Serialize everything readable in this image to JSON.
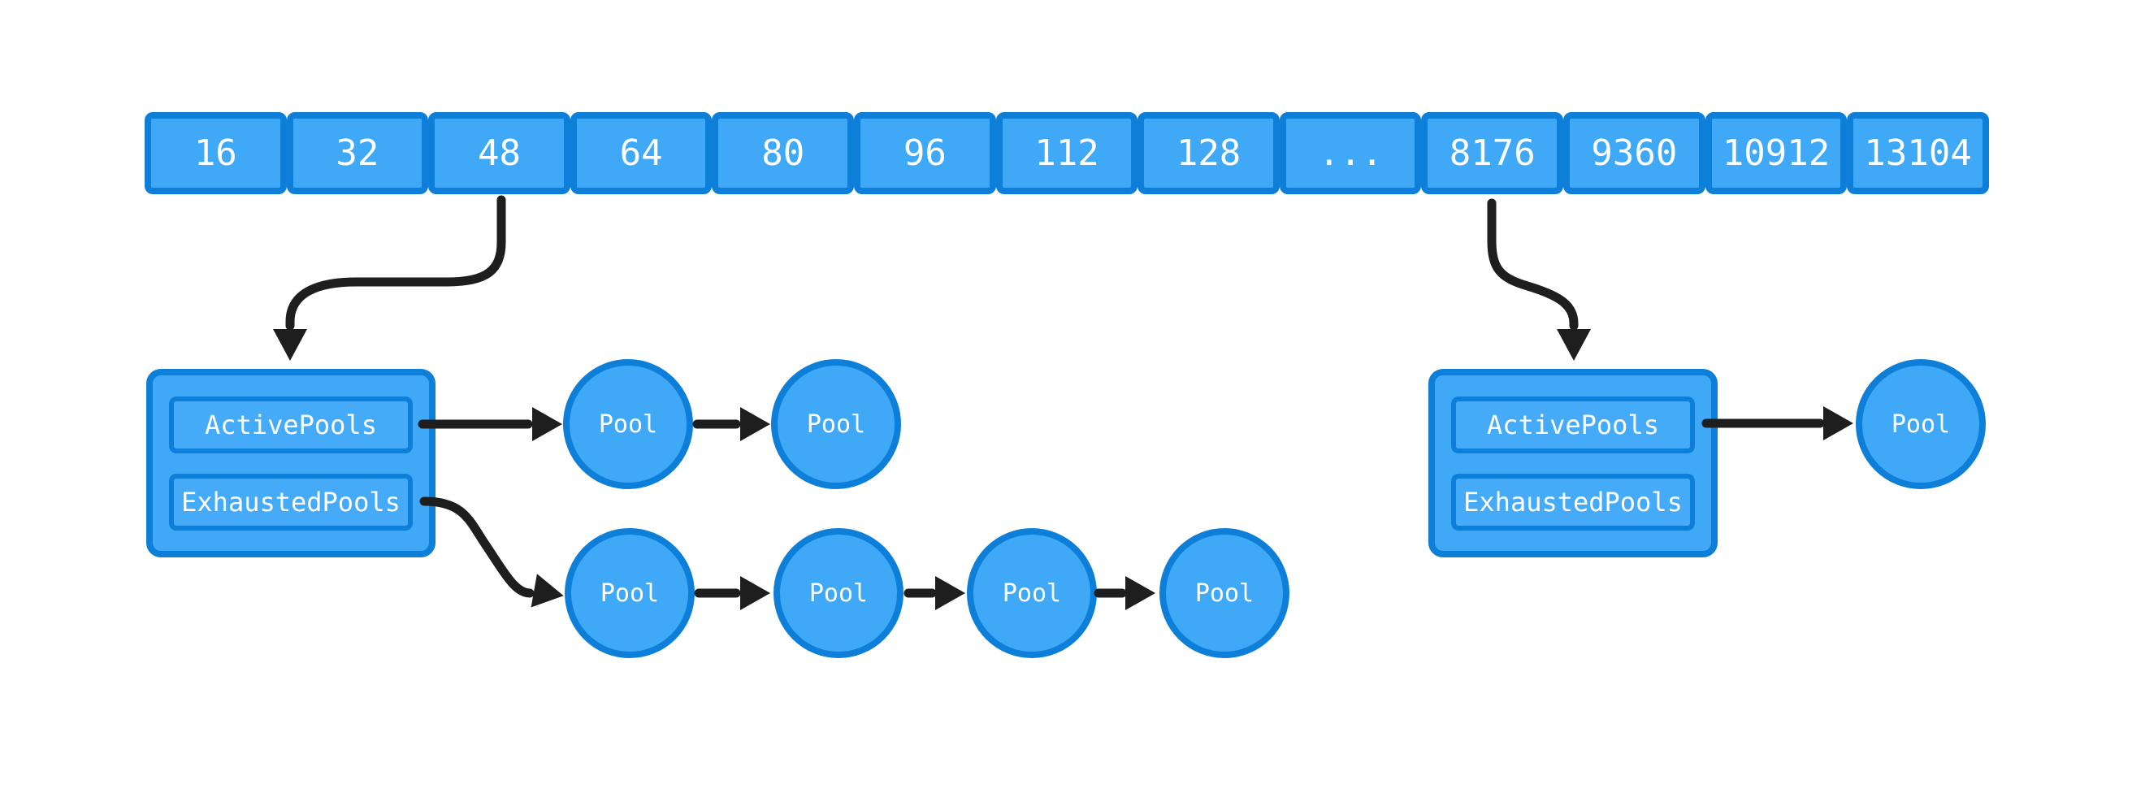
{
  "diagram": {
    "kind": "memory-allocator-size-class-diagram"
  },
  "size_class_array": {
    "cells": [
      "16",
      "32",
      "48",
      "64",
      "80",
      "96",
      "112",
      "128",
      "...",
      "8176",
      "9360",
      "10912",
      "13104"
    ]
  },
  "left_size_class": {
    "active_pools_label": "ActivePools",
    "exhausted_pools_label": "ExhaustedPools",
    "active_chain": [
      "Pool",
      "Pool"
    ],
    "exhausted_chain": [
      "Pool",
      "Pool",
      "Pool",
      "Pool"
    ]
  },
  "right_size_class": {
    "active_pools_label": "ActivePools",
    "exhausted_pools_label": "ExhaustedPools",
    "active_chain": [
      "Pool"
    ]
  },
  "colors": {
    "node_fill": "#3fa9f8",
    "pill_fill": "#45abf8",
    "node_border": "#0d7fd9",
    "arrow": "#1e1e1e",
    "text": "#ffffff",
    "background": "#ffffff"
  }
}
